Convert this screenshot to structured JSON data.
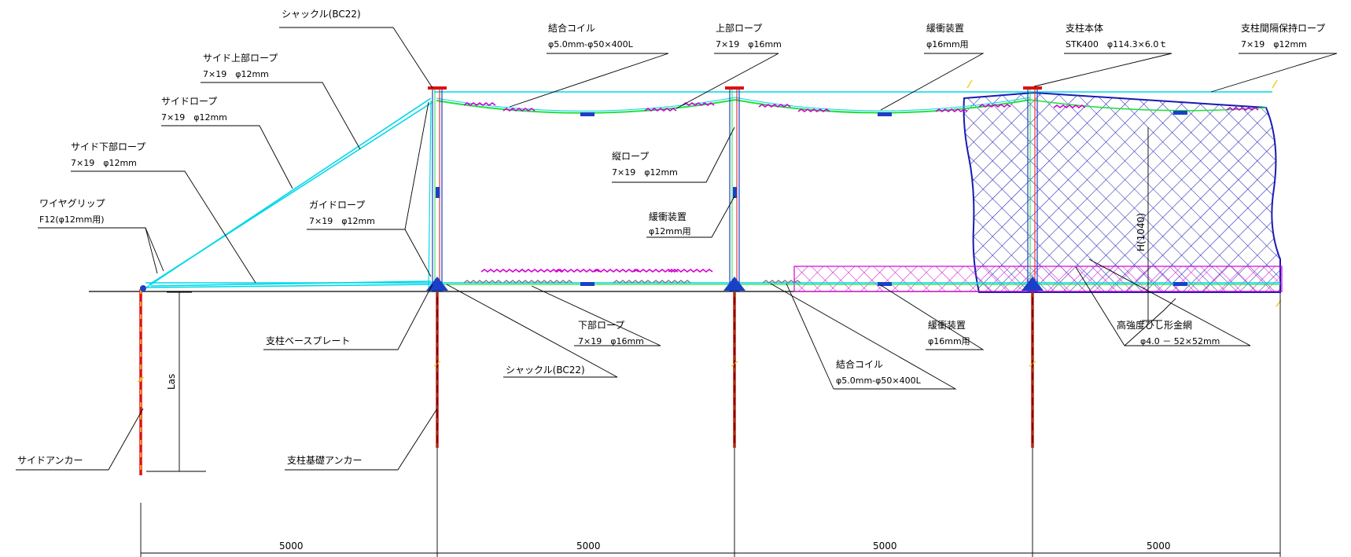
{
  "labels": {
    "shackle_top": "シャックル(BC22)",
    "side_upper_rope": "サイド上部ロープ",
    "side_upper_rope_spec": "7×19　φ12mm",
    "side_rope": "サイドロープ",
    "side_rope_spec": "7×19　φ12mm",
    "side_lower_rope": "サイド下部ロープ",
    "side_lower_rope_spec": "7×19　φ12mm",
    "wire_grip": "ワイヤグリップ",
    "wire_grip_spec": "F12(φ12mm用)",
    "guide_rope": "ガイドロープ",
    "guide_rope_spec": "7×19　φ12mm",
    "coil_top": "結合コイル",
    "coil_top_spec": "φ5.0mm-φ50×400L",
    "upper_rope": "上部ロープ",
    "upper_rope_spec": "7×19　φ16mm",
    "vertical_rope": "縦ロープ",
    "vertical_rope_spec": "7×19　φ12mm",
    "buffer_mid": "緩衝装置",
    "buffer_mid_spec": "φ12mm用",
    "buffer_top": "緩衝装置",
    "buffer_top_spec": "φ16mm用",
    "post_body": "支柱本体",
    "post_body_spec": "STK400　φ114.3×6.0ｔ",
    "spacer_rope": "支柱間隔保持ロープ",
    "spacer_rope_spec": "7×19　φ12mm",
    "base_plate": "支柱ベースプレート",
    "lower_rope": "下部ロープ",
    "lower_rope_spec": "7×19　φ16mm",
    "shackle_bottom": "シャックル(BC22)",
    "buffer_bottom": "緩衝装置",
    "buffer_bottom_spec": "φ16mm用",
    "coil_bottom": "結合コイル",
    "coil_bottom_spec": "φ5.0mm-φ50×400L",
    "mesh": "高強度ひし形金網",
    "mesh_spec": "φ4.0 － 52×52mm",
    "side_anchor": "サイドアンカー",
    "post_anchor": "支柱基礎アンカー",
    "las": "Las",
    "height_dim": "H(1040)"
  },
  "dimensions": [
    "5000",
    "5000",
    "5000",
    "5000"
  ],
  "colors": {
    "rope": "#00d8e8",
    "coil": "#d200d2",
    "green_rope": "#22e040",
    "post": "#1a40c8",
    "anchor_red": "#e01010",
    "anchor_yellow": "#f0d020",
    "mesh": "#1a1ab4",
    "line": "#000000"
  }
}
